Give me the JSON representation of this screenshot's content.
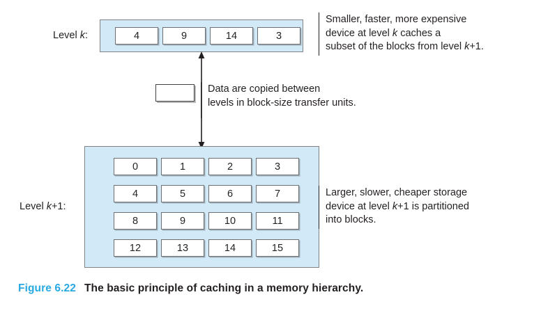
{
  "figure": {
    "caption_number": "Figure 6.22",
    "caption_title": "The basic principle of caching in a memory hierarchy.",
    "accent_color": "#29a9e1",
    "panel_fill": "#d2e9f7",
    "panel_border": "#808285",
    "block_border": "#6d6e71",
    "text_color": "#231f20"
  },
  "level_k": {
    "label_prefix": "Level ",
    "label_var": "k",
    "label_suffix": ":",
    "blocks": [
      "4",
      "9",
      "14",
      "3"
    ]
  },
  "level_k1": {
    "label_prefix": "Level ",
    "label_var": "k",
    "label_plus": "+1",
    "label_suffix": ":",
    "blocks": [
      [
        "0",
        "1",
        "2",
        "3"
      ],
      [
        "4",
        "5",
        "6",
        "7"
      ],
      [
        "8",
        "9",
        "10",
        "11"
      ],
      [
        "12",
        "13",
        "14",
        "15"
      ]
    ]
  },
  "annotations": {
    "top": {
      "line1": "Smaller, faster, more expensive",
      "line2_a": "device at level ",
      "line2_var": "k",
      "line2_b": " caches a",
      "line3_a": "subset of the blocks from level ",
      "line3_var": "k",
      "line3_b": "+1."
    },
    "middle": {
      "line1": "Data are copied between",
      "line2": "levels in block-size transfer units."
    },
    "bottom": {
      "line1": "Larger, slower, cheaper storage",
      "line2_a": "device at level ",
      "line2_var": "k",
      "line2_b": "+1 is partitioned",
      "line3": "into blocks."
    }
  },
  "icons": {
    "transfer_unit": "empty-block-icon",
    "double_arrow": "vertical-double-arrow-icon"
  }
}
